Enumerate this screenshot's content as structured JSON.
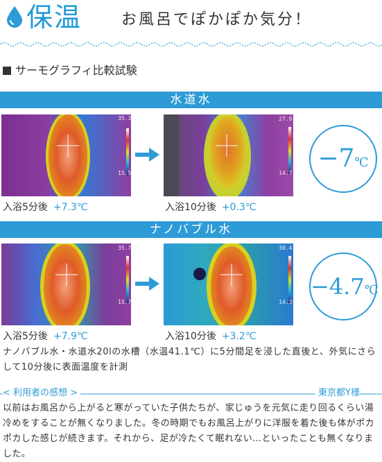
{
  "header": {
    "title": "保温",
    "subtitle": "お風呂でぽかぽか気分！",
    "icon": "water-drop-icon",
    "accent": "#2d9bd6"
  },
  "section": {
    "heading": "サーモグラフィ比較試験"
  },
  "groups": [
    {
      "label": "水道水",
      "before": {
        "caption": "入浴5分後",
        "delta": "+7.3℃",
        "scale_top": "35.3",
        "scale_bottom": "15.5"
      },
      "after": {
        "caption": "入浴10分後",
        "delta": "+0.3℃",
        "scale_top": "27.9",
        "scale_bottom": "14.7"
      },
      "result": {
        "num": "−7",
        "unit": "℃"
      }
    },
    {
      "label": "ナノバブル水",
      "before": {
        "caption": "入浴5分後",
        "delta": "+7.9℃",
        "scale_top": "35.7",
        "scale_bottom": "15.7"
      },
      "after": {
        "caption": "入浴10分後",
        "delta": "+3.2℃",
        "scale_top": "30.4",
        "scale_bottom": "14.3"
      },
      "result": {
        "num": "−4.7",
        "unit": "℃"
      }
    }
  ],
  "note": "ナノバブル水・水道水20lの水槽（水温41.1℃）に5分間足を浸した直後と、外気にさらして10分後に表面温度を計測",
  "voice": {
    "label": "利用者の感想",
    "author": "東京都Y様",
    "text": "以前はお風呂から上がると寒がっていた子供たちが、家じゅうを元気に走り回るくらい湯冷めをすることが無くなりました。冬の時期でもお風呂上がりに洋服を着た後も体がポカポカした感じが続きます。それから、足が冷たくて眠れない…といったことも無くなりました。"
  }
}
